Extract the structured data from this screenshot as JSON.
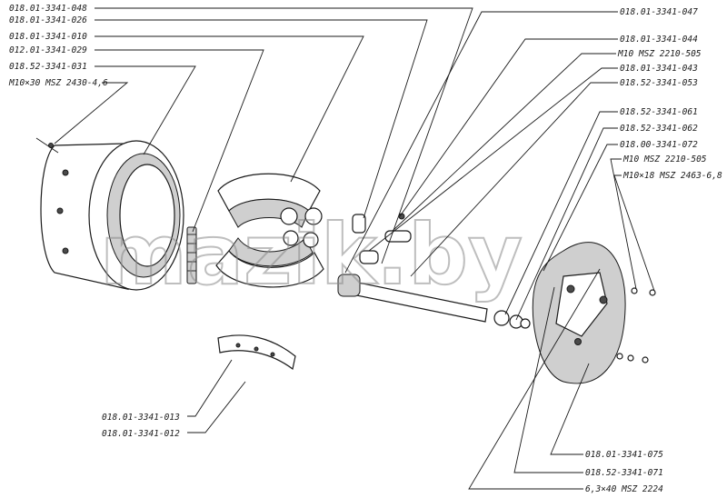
{
  "watermark": "mazik.by",
  "callouts": {
    "left": [
      "018.01-3341-048",
      "018.01-3341-026",
      "018.01-3341-010",
      "012.01-3341-029",
      "018.52-3341-031",
      "M10×30 MSZ 2430-4,6"
    ],
    "right": [
      "018.01-3341-047",
      "018.01-3341-044",
      "M10 MSZ 2210-505",
      "018.01-3341-043",
      "018.52-3341-053",
      "018.52-3341-061",
      "018.52-3341-062",
      "018.00-3341-072",
      "M10 MSZ 2210-505",
      "M10×18 MSZ 2463-6,8"
    ],
    "bottom_left": [
      "018.01-3341-013",
      "018.01-3341-012"
    ],
    "bottom_right": [
      "018.01-3341-075",
      "018.52-3341-071",
      "6,3×40 MSZ 2224"
    ]
  }
}
